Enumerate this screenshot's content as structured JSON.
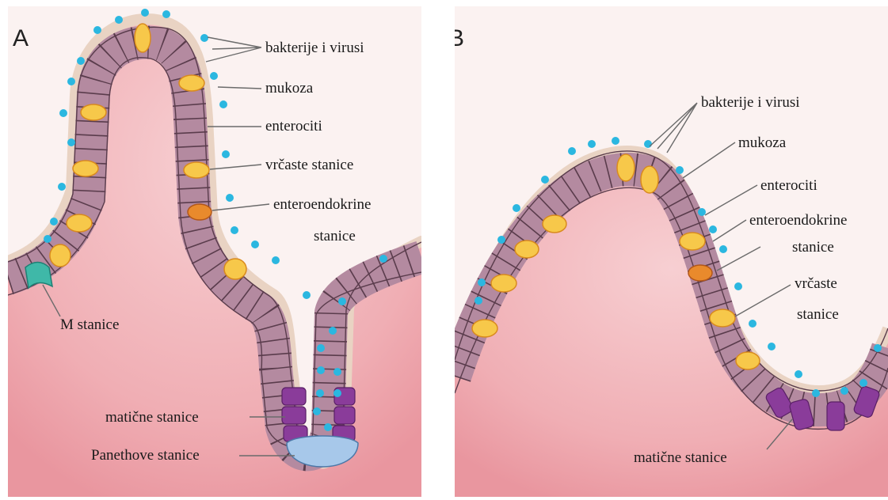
{
  "panel_a": {
    "letter": "A",
    "labels": {
      "bacteria": "bakterije i virusi",
      "mucosa": "mukoza",
      "enterocytes": "enterociti",
      "goblet": "vrčaste stanice",
      "enteroendocrine_1": "enteroendokrine",
      "enteroendocrine_2": "stanice",
      "m_cells": "M stanice",
      "stem": "matične stanice",
      "paneth": "Panethove stanice"
    }
  },
  "panel_b": {
    "letter": "B",
    "labels": {
      "bacteria": "bakterije i virusi",
      "mucosa": "mukoza",
      "enterocytes": "enterociti",
      "enteroendocrine_1": "enteroendokrine",
      "enteroendocrine_2": "stanice",
      "goblet_1": "vrčaste",
      "goblet_2": "stanice",
      "stem": "matične stanice"
    }
  },
  "colors": {
    "tissue": "#f2b3b8",
    "tissue_dark": "#e8959c",
    "mucus": "#ead7c8",
    "enterocyte": "#b48aa0",
    "goblet": "#f7c84a",
    "enteroendocrine": "#e98a2c",
    "stem": "#8a3c9a",
    "paneth": "#a7c8ea",
    "m_cell": "#3fb8a8",
    "microbe": "#2bb7e0",
    "bacterium": "#7c8a3c"
  }
}
